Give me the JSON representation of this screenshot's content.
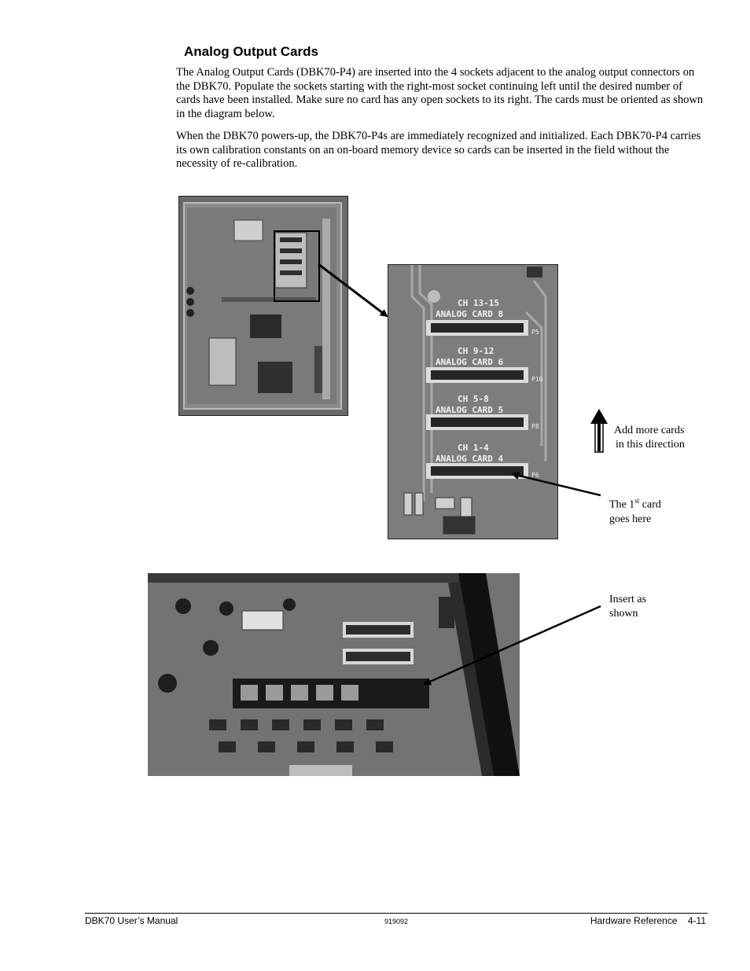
{
  "section": {
    "title": "Analog Output Cards",
    "paragraphs": [
      "The Analog Output Cards (DBK70-P4) are inserted into the 4 sockets adjacent to the analog output connectors on the DBK70. Populate the sockets starting with the right-most socket continuing left until the desired number of cards have been installed. Make sure no card has any open sockets to its right. The cards must be oriented as shown in the diagram below.",
      "When the DBK70 powers-up, the DBK70-P4s are immediately recognized and initialized. Each DBK70-P4 carries its own calibration constants on an on-board memory device so cards can be inserted in the field without the necessity of re-calibration."
    ]
  },
  "figure": {
    "board_silkscreen": [
      {
        "channels": "CH 13-15",
        "card": "ANALOG CARD 8",
        "ref": "P5"
      },
      {
        "channels": "CH 9-12",
        "card": "ANALOG CARD 6",
        "ref": "P10"
      },
      {
        "channels": "CH 5-8",
        "card": "ANALOG CARD 5",
        "ref": "P8"
      },
      {
        "channels": "CH 1-4",
        "card": "ANALOG CARD 4",
        "ref": "P6"
      }
    ],
    "captions": {
      "direction_line1": "Add more cards",
      "direction_line2": "in this direction",
      "first_card_prefix": "The 1",
      "first_card_sup": "st",
      "first_card_suffix": " card",
      "first_card_line2": "goes here",
      "insert_line1": "Insert as",
      "insert_line2": "shown"
    }
  },
  "footer": {
    "left": "DBK70 User’s Manual",
    "center": "919092",
    "right": "Hardware Reference    4-11"
  }
}
